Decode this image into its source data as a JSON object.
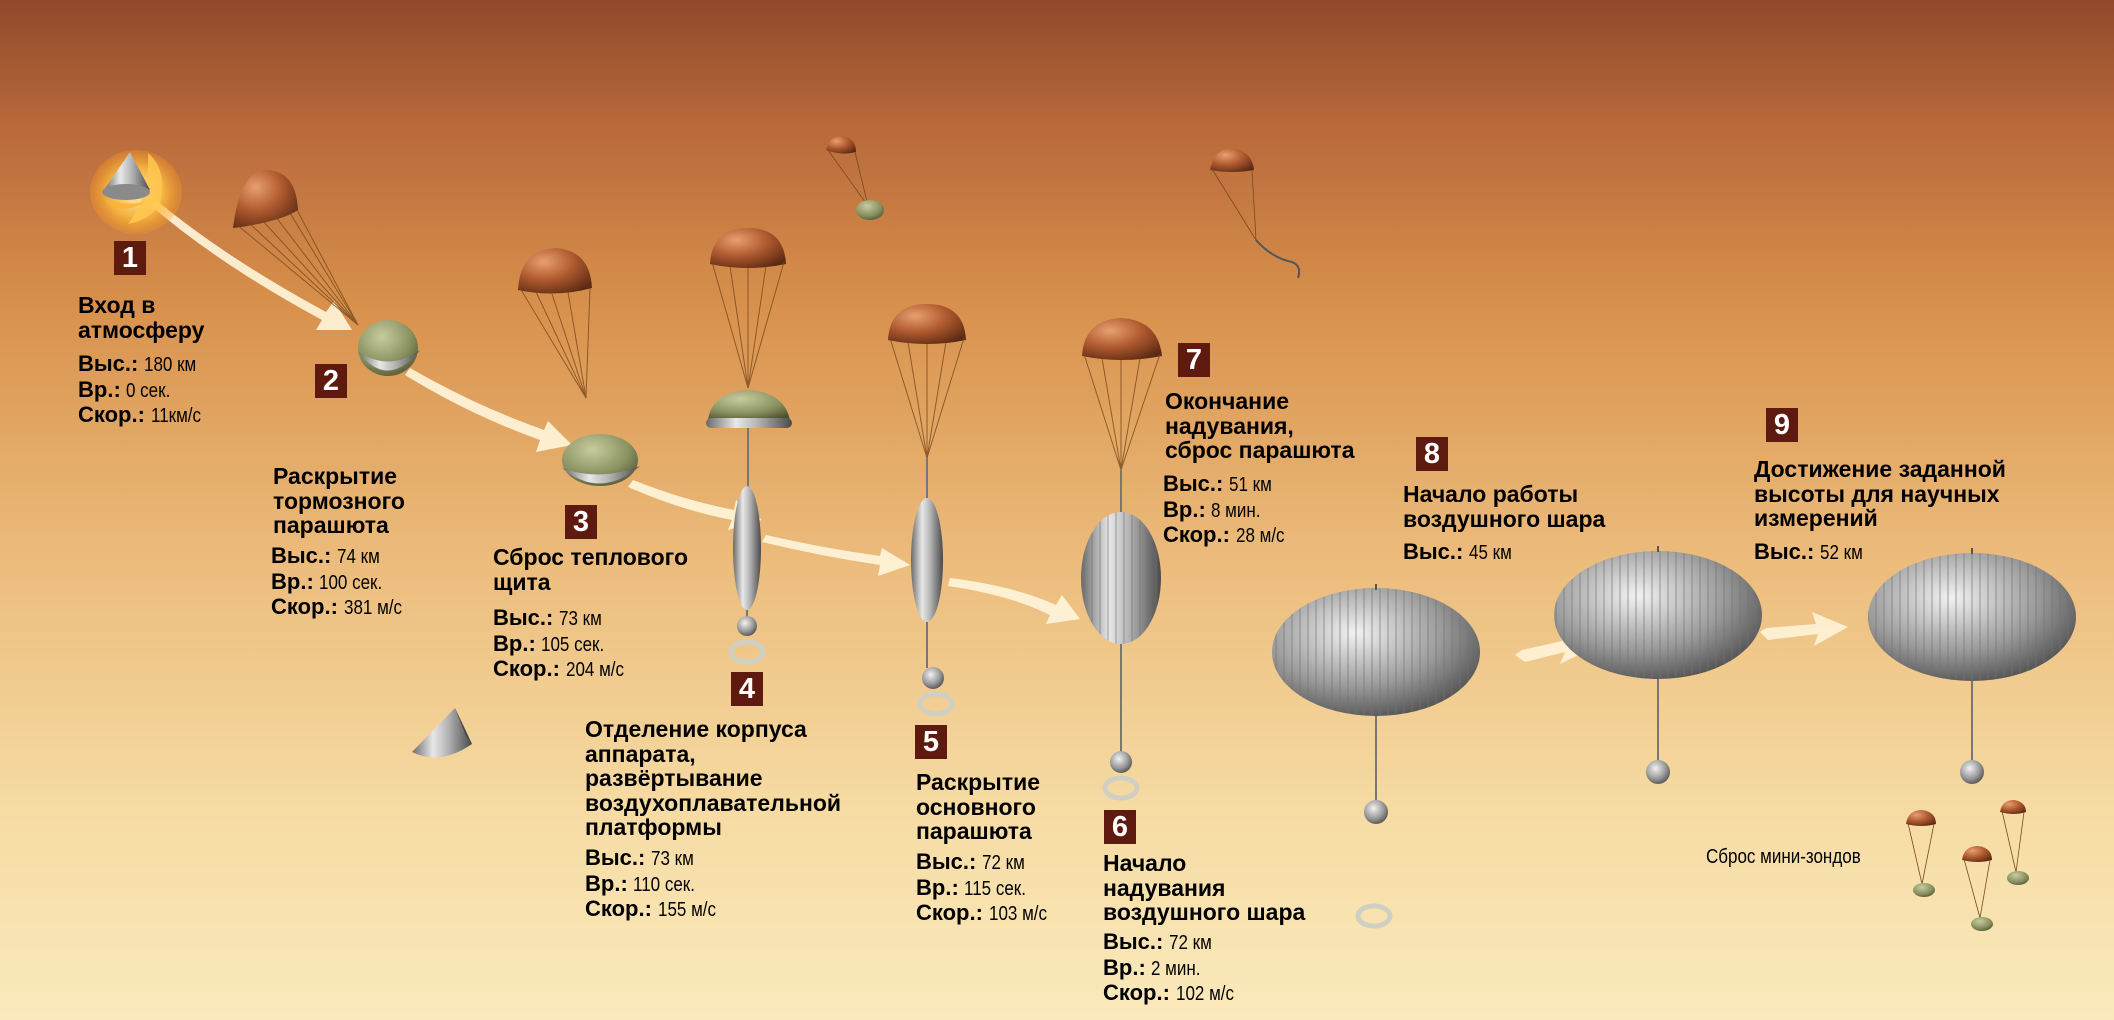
{
  "colors": {
    "sky_top": "#8f4a2c",
    "sky_mid": "#d68a46",
    "sky_bottom": "#fae7b6",
    "badge": "#5e1a0e",
    "chute": "#a8542c",
    "shroud": "#7a4a1c"
  },
  "labels": {
    "alt": "Выс.:",
    "time": "Вр.:",
    "speed": "Скор.:"
  },
  "stages": [
    {
      "num": "1",
      "title": "Вход в\nатмосферу",
      "alt": "180 км",
      "time": "0 сек.",
      "speed": "11км/с"
    },
    {
      "num": "2",
      "title": "Раскрытие\nтормозного\nпарашюта",
      "alt": "74 км",
      "time": "100 сек.",
      "speed": "381 м/с"
    },
    {
      "num": "3",
      "title": "Сброс теплового\nщита",
      "alt": "73 км",
      "time": "105 сек.",
      "speed": "204 м/с"
    },
    {
      "num": "4",
      "title": "Отделение корпуса\nаппарата,\nразвёртывание\nвоздухоплавательной\nплатформы",
      "alt": "73 км",
      "time": "110 сек.",
      "speed": "155 м/с"
    },
    {
      "num": "5",
      "title": "Раскрытие\nосновного\nпарашюта",
      "alt": "72 км",
      "time": "115 сек.",
      "speed": "103 м/с"
    },
    {
      "num": "6",
      "title": "Начало\nнадувания\nвоздушного шара",
      "alt": "72 км",
      "time": "2 мин.",
      "speed": "102 м/с"
    },
    {
      "num": "7",
      "title": "Окончание\nнадувания,\nсброс парашюта",
      "alt": "51 км",
      "time": "8 мин.",
      "speed": "28 м/с"
    },
    {
      "num": "8",
      "title": "Начало работы\nвоздушного шара",
      "alt": "45 км"
    },
    {
      "num": "9",
      "title": "Достижение заданной\nвысоты для научных\nизмерений",
      "alt": "52 км"
    }
  ],
  "mini_probes_label": "Сброс мини-зондов"
}
